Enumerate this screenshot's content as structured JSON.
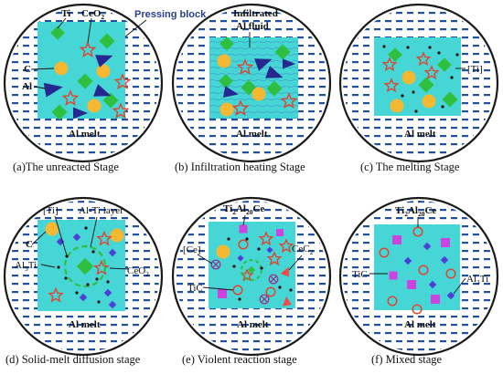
{
  "labels": {
    "ti": "Ti",
    "ceo2": "CeO",
    "ceo2_sub": "2",
    "pressing_block": "Pressing block",
    "c": "C",
    "al": "Al",
    "al_melt": "Al melt",
    "infiltrated_l1": "Infiltrated",
    "infiltrated_l2": "Al fluid",
    "ti_bracket": "[Ti]",
    "al_ti_layer": "Al-Ti layer",
    "al3ti_main": "Al",
    "al3ti_sub": "3",
    "al3ti_end": "Ti",
    "ti2al20ce_a": "Ti",
    "ti2al20ce_s1": "2",
    "ti2al20ce_b": "Al",
    "ti2al20ce_s2": "20",
    "ti2al20ce_c": "Ce",
    "ce_bracket": "[Ce]",
    "cec2_main": "CeC",
    "cec2_sub": "2",
    "tic": "TiC"
  },
  "captions": [
    "(a)The unreacted Stage",
    "(b) Infiltration heating Stage",
    "(c) The melting Stage",
    "(d) Solid-melt diffusion stage",
    "(e) Violent reaction stage",
    "(f) Mixed stage"
  ],
  "colors": {
    "ring": "#1a1a1a",
    "block": "#46d6d6",
    "dash": "#1f4f9f",
    "ti": "#2fbf3f",
    "ceo2": "#e0442f",
    "c": "#f5b832",
    "al": "#27288f",
    "al3ti": "#4b3fd6",
    "ti2al20ce": "#cc44e0",
    "tic": "#e0442f",
    "cec2": "#ef4b4b",
    "ce": "#9a2c8a"
  }
}
